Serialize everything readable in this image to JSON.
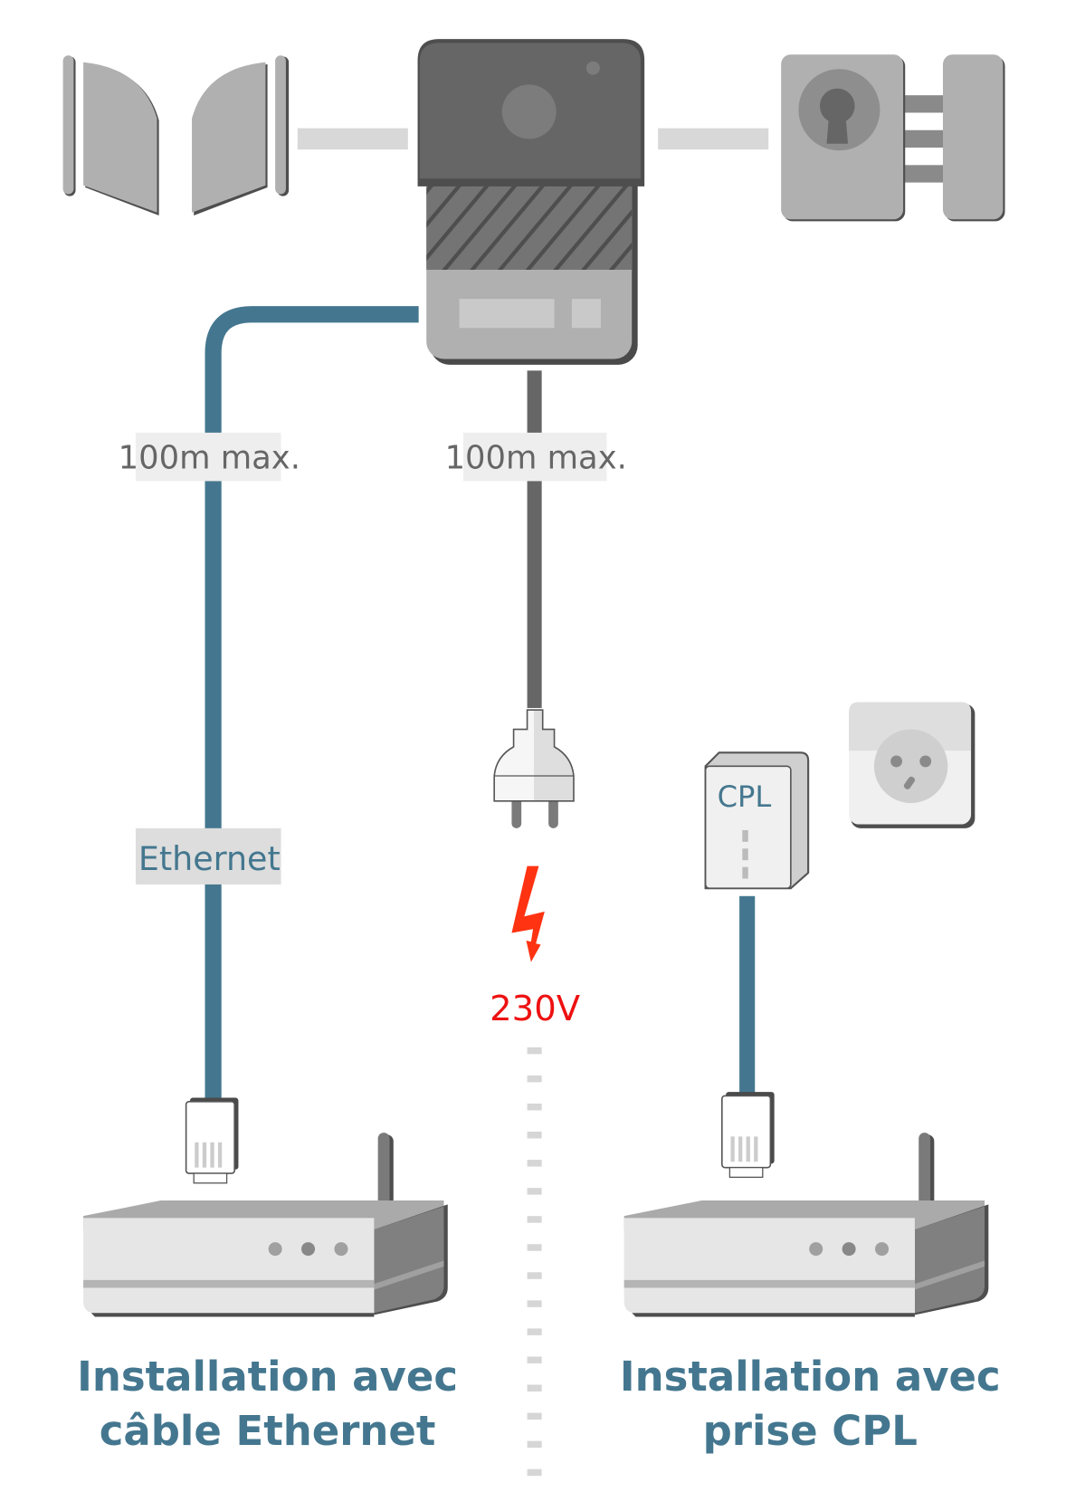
{
  "labels": {
    "distance_ethernet": "100m max.",
    "distance_power": "100m max.",
    "ethernet": "Ethernet",
    "cpl_device": "CPL",
    "voltage": "230V"
  },
  "sections": {
    "left": {
      "line1": "Installation avec",
      "line2": "câble Ethernet"
    },
    "right": {
      "line1": "Installation avec",
      "line2": "prise CPL"
    }
  },
  "icons": {
    "gate": "gate-icon",
    "intercom": "intercom-icon",
    "lock": "electric-lock-icon",
    "plug": "power-plug-icon",
    "lightning": "lightning-icon",
    "cpl_adapter": "cpl-adapter-icon",
    "wall_socket": "wall-socket-icon",
    "rj45_plug": "rj45-plug-icon",
    "router": "router-icon"
  },
  "colors": {
    "ethernet_cable": "#44778f",
    "power_cable": "#666666",
    "title_text": "#44778f",
    "voltage_text": "#ee1111",
    "lightning": "#ff3311",
    "label_text": "#666666",
    "device_dark": "#666666",
    "device_mid": "#b0b0b0",
    "device_light": "#e4e4e4"
  }
}
